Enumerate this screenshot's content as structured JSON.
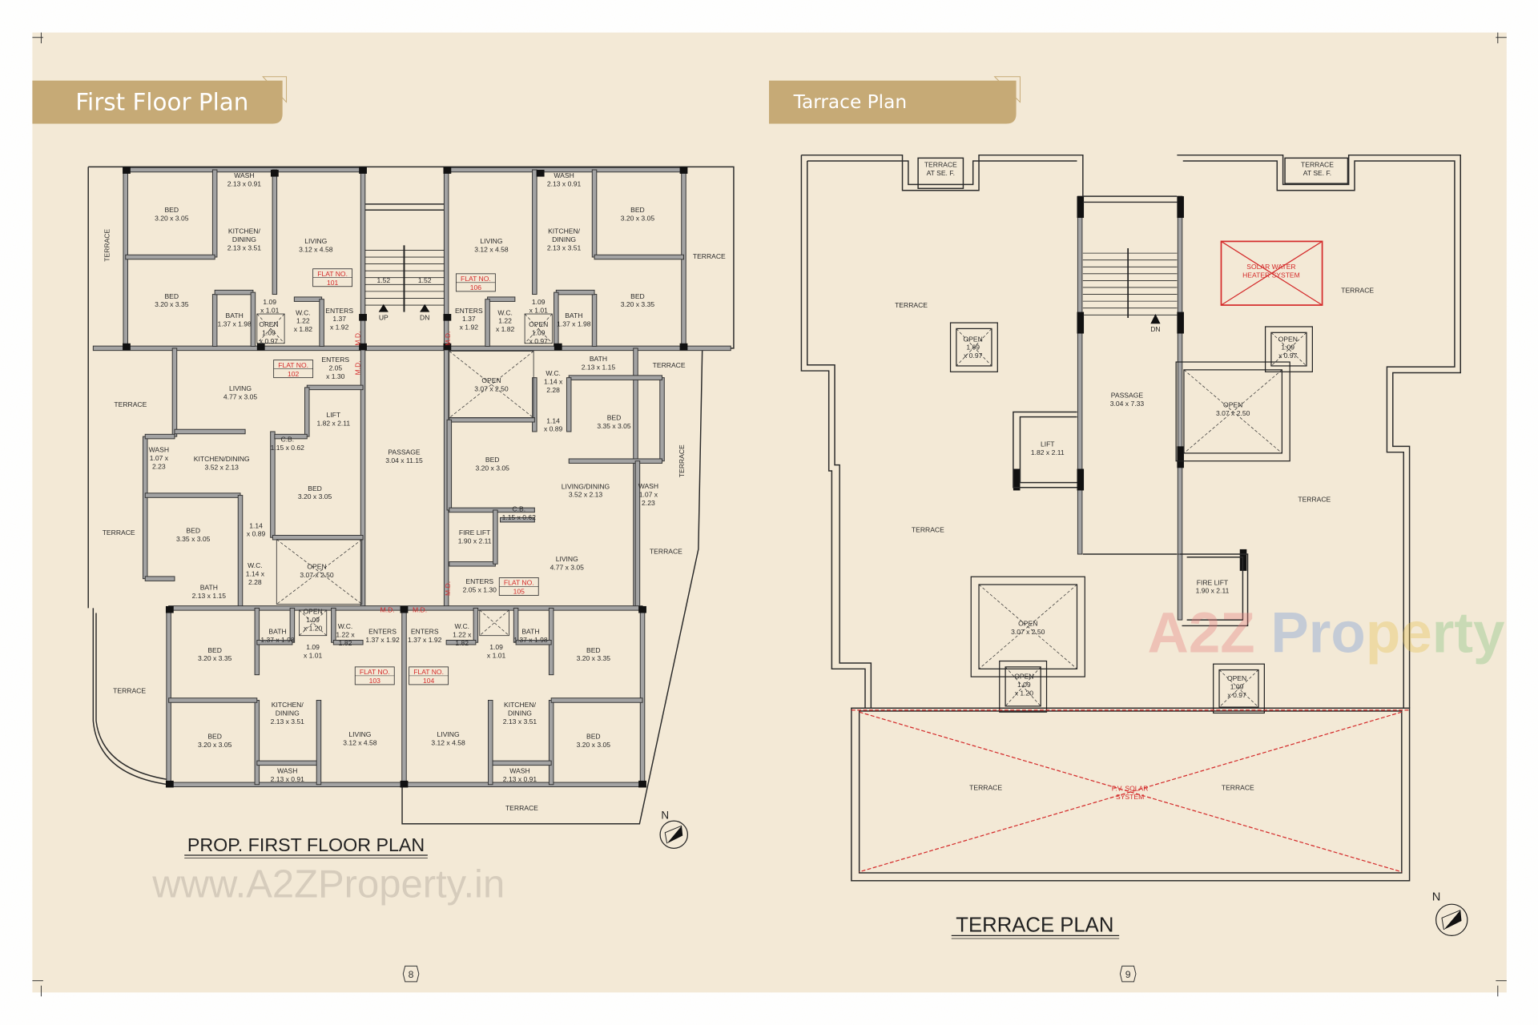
{
  "colors": {
    "page_bg": "#f3e9d6",
    "banner": "#c6aa76",
    "accent_red": "#d42a2a",
    "wall": "#a3a3a3"
  },
  "first_floor": {
    "banner_title": "First Floor Plan",
    "plan_title": "PROP. FIRST FLOOR PLAN",
    "page_number": "8",
    "watermark": "www.A2ZProperty.in",
    "north_label": "N",
    "stair": {
      "width_left": "1.52",
      "width_right": "1.52",
      "up": "UP",
      "down": "DN"
    },
    "main_door_label": "M.D.",
    "flats": [
      {
        "label": "FLAT NO.",
        "number": "101"
      },
      {
        "label": "FLAT NO.",
        "number": "106"
      },
      {
        "label": "FLAT NO.",
        "number": "102"
      },
      {
        "label": "FLAT NO.",
        "number": "105"
      },
      {
        "label": "FLAT NO.",
        "number": "103"
      },
      {
        "label": "FLAT NO.",
        "number": "104"
      }
    ],
    "rooms": [
      {
        "lines": [
          "BED",
          "3.20 x 3.05"
        ]
      },
      {
        "lines": [
          "KITCHEN/",
          "DINING",
          "2.13 x 3.51"
        ]
      },
      {
        "lines": [
          "LIVING",
          "3.12 x 4.58"
        ]
      },
      {
        "lines": [
          "WASH",
          "2.13 x 0.91"
        ]
      },
      {
        "lines": [
          "BED",
          "3.20 x 3.35"
        ]
      },
      {
        "lines": [
          "BATH",
          "1.37 x 1.98"
        ]
      },
      {
        "lines": [
          "1.09",
          "x 1.01"
        ]
      },
      {
        "lines": [
          "W.C.",
          "1.22",
          "x 1.82"
        ]
      },
      {
        "lines": [
          "OPEN",
          "1.09",
          "x 0.97"
        ]
      },
      {
        "lines": [
          "ENTERS",
          "1.37",
          "x 1.92"
        ]
      },
      {
        "lines": [
          "TERRACE"
        ]
      },
      {
        "lines": [
          "WASH",
          "2.13 x 0.91"
        ]
      },
      {
        "lines": [
          "LIVING",
          "3.12 x 4.58"
        ]
      },
      {
        "lines": [
          "KITCHEN/",
          "DINING",
          "2.13 x 3.51"
        ]
      },
      {
        "lines": [
          "BED",
          "3.20 x 3.05"
        ]
      },
      {
        "lines": [
          "BED",
          "3.20 x 3.35"
        ]
      },
      {
        "lines": [
          "BATH",
          "1.37 x 1.98"
        ]
      },
      {
        "lines": [
          "1.09",
          "x 1.01"
        ]
      },
      {
        "lines": [
          "W.C.",
          "1.22",
          "x 1.82"
        ]
      },
      {
        "lines": [
          "OPEN",
          "1.09",
          "x 0.97"
        ]
      },
      {
        "lines": [
          "ENTERS",
          "1.37",
          "x 1.92"
        ]
      },
      {
        "lines": [
          "TERRACE"
        ]
      },
      {
        "lines": [
          "LIVING",
          "4.77 x 3.05"
        ]
      },
      {
        "lines": [
          "TERRACE"
        ]
      },
      {
        "lines": [
          "ENTERS",
          "2.05",
          "x 1.30"
        ]
      },
      {
        "lines": [
          "LIFT",
          "1.82 x 2.11"
        ]
      },
      {
        "lines": [
          "C.B.",
          "1.15 x 0.62"
        ]
      },
      {
        "lines": [
          "WASH",
          "1.07 x",
          "2.23"
        ]
      },
      {
        "lines": [
          "KITCHEN/DINING",
          "3.52 x 2.13"
        ]
      },
      {
        "lines": [
          "BED",
          "3.20 x 3.05"
        ]
      },
      {
        "lines": [
          "TERRACE"
        ]
      },
      {
        "lines": [
          "BED",
          "3.35 x 3.05"
        ]
      },
      {
        "lines": [
          "1.14",
          "x 0.89"
        ]
      },
      {
        "lines": [
          "W.C.",
          "1.14 x",
          "2.28"
        ]
      },
      {
        "lines": [
          "BATH",
          "2.13 x 1.15"
        ]
      },
      {
        "lines": [
          "OPEN",
          "3.07 x 2.50"
        ]
      },
      {
        "lines": [
          "PASSAGE",
          "3.04 x 11.15"
        ]
      },
      {
        "lines": [
          "OPEN",
          "3.07 x 2.50"
        ]
      },
      {
        "lines": [
          "W.C.",
          "1.14 x",
          "2.28"
        ]
      },
      {
        "lines": [
          "BATH",
          "2.13 x 1.15"
        ]
      },
      {
        "lines": [
          "TERRACE"
        ]
      },
      {
        "lines": [
          "1.14",
          "x 0.89"
        ]
      },
      {
        "lines": [
          "BED",
          "3.35 x 3.05"
        ]
      },
      {
        "lines": [
          "BED",
          "3.20 x 3.05"
        ]
      },
      {
        "lines": [
          "LIVING/DINING",
          "3.52 x 2.13"
        ]
      },
      {
        "lines": [
          "WASH",
          "1.07 x",
          "2.23"
        ]
      },
      {
        "lines": [
          "TERRACE"
        ]
      },
      {
        "lines": [
          "C.B.",
          "1.15 x 0.62"
        ]
      },
      {
        "lines": [
          "FIRE LIFT",
          "1.90 x 2.11"
        ]
      },
      {
        "lines": [
          "LIVING",
          "4.77 x 3.05"
        ]
      },
      {
        "lines": [
          "TERRACE"
        ]
      },
      {
        "lines": [
          "ENTERS",
          "2.05 x 1.30"
        ]
      },
      {
        "lines": [
          "TERRACE"
        ]
      },
      {
        "lines": [
          "BED",
          "3.20 x 3.35"
        ]
      },
      {
        "lines": [
          "BATH",
          "1.37 x 1.98"
        ]
      },
      {
        "lines": [
          "OPEN",
          "1.09",
          "x 1.20"
        ]
      },
      {
        "lines": [
          "W.C.",
          "1.22 x",
          "1.82"
        ]
      },
      {
        "lines": [
          "ENTERS",
          "1.37 x 1.92"
        ]
      },
      {
        "lines": [
          "1.09",
          "x 1.01"
        ]
      },
      {
        "lines": [
          "KITCHEN/",
          "DINING",
          "2.13 x 3.51"
        ]
      },
      {
        "lines": [
          "BED",
          "3.20 x 3.05"
        ]
      },
      {
        "lines": [
          "LIVING",
          "3.12 x 4.58"
        ]
      },
      {
        "lines": [
          "WASH",
          "2.13 x 0.91"
        ]
      },
      {
        "lines": [
          "ENTERS",
          "1.37 x 1.92"
        ]
      },
      {
        "lines": [
          "W.C.",
          "1.22 x",
          "1.82"
        ]
      },
      {
        "lines": [
          "1.09",
          "x 1.01"
        ]
      },
      {
        "lines": [
          "BATH",
          "1.37 x 1.98"
        ]
      },
      {
        "lines": [
          "BED",
          "3.20 x 3.35"
        ]
      },
      {
        "lines": [
          "KITCHEN/",
          "DINING",
          "2.13 x 3.51"
        ]
      },
      {
        "lines": [
          "LIVING",
          "3.12 x 4.58"
        ]
      },
      {
        "lines": [
          "BED",
          "3.20 x 3.05"
        ]
      },
      {
        "lines": [
          "WASH",
          "2.13 x 0.91"
        ]
      },
      {
        "lines": [
          "TERRACE"
        ]
      }
    ]
  },
  "terrace": {
    "banner_title": "Tarrace Plan",
    "plan_title": "TERRACE PLAN",
    "page_number": "9",
    "watermark": "A2Z Property",
    "north_label": "N",
    "stair_down": "DN",
    "solar_water": [
      "SOLAR WATER",
      "HEATER SYSTEM"
    ],
    "pv_solar": [
      "P.V. SOLAR",
      "SYSTEM"
    ],
    "rooms": [
      {
        "lines": [
          "TERRACE",
          "AT SE. F."
        ]
      },
      {
        "lines": [
          "TERRACE",
          "AT SE. F."
        ]
      },
      {
        "lines": [
          "TERRACE"
        ]
      },
      {
        "lines": [
          "TERRACE"
        ]
      },
      {
        "lines": [
          "OPEN",
          "1.09",
          "x 0.97"
        ]
      },
      {
        "lines": [
          "OPEN",
          "1.09",
          "x 0.97"
        ]
      },
      {
        "lines": [
          "PASSAGE",
          "3.04 x 7.33"
        ]
      },
      {
        "lines": [
          "OPEN",
          "3.07 x 2.50"
        ]
      },
      {
        "lines": [
          "LIFT",
          "1.82 x 2.11"
        ]
      },
      {
        "lines": [
          "TERRACE"
        ]
      },
      {
        "lines": [
          "TERRACE"
        ]
      },
      {
        "lines": [
          "FIRE LIFT",
          "1.90 x 2.11"
        ]
      },
      {
        "lines": [
          "OPEN",
          "3.07 x 2.50"
        ]
      },
      {
        "lines": [
          "OPEN",
          "1.09",
          "x 1.20"
        ]
      },
      {
        "lines": [
          "OPEN",
          "1.09",
          "x 0.97"
        ]
      },
      {
        "lines": [
          "TERRACE"
        ]
      },
      {
        "lines": [
          "TERRACE"
        ]
      }
    ]
  }
}
